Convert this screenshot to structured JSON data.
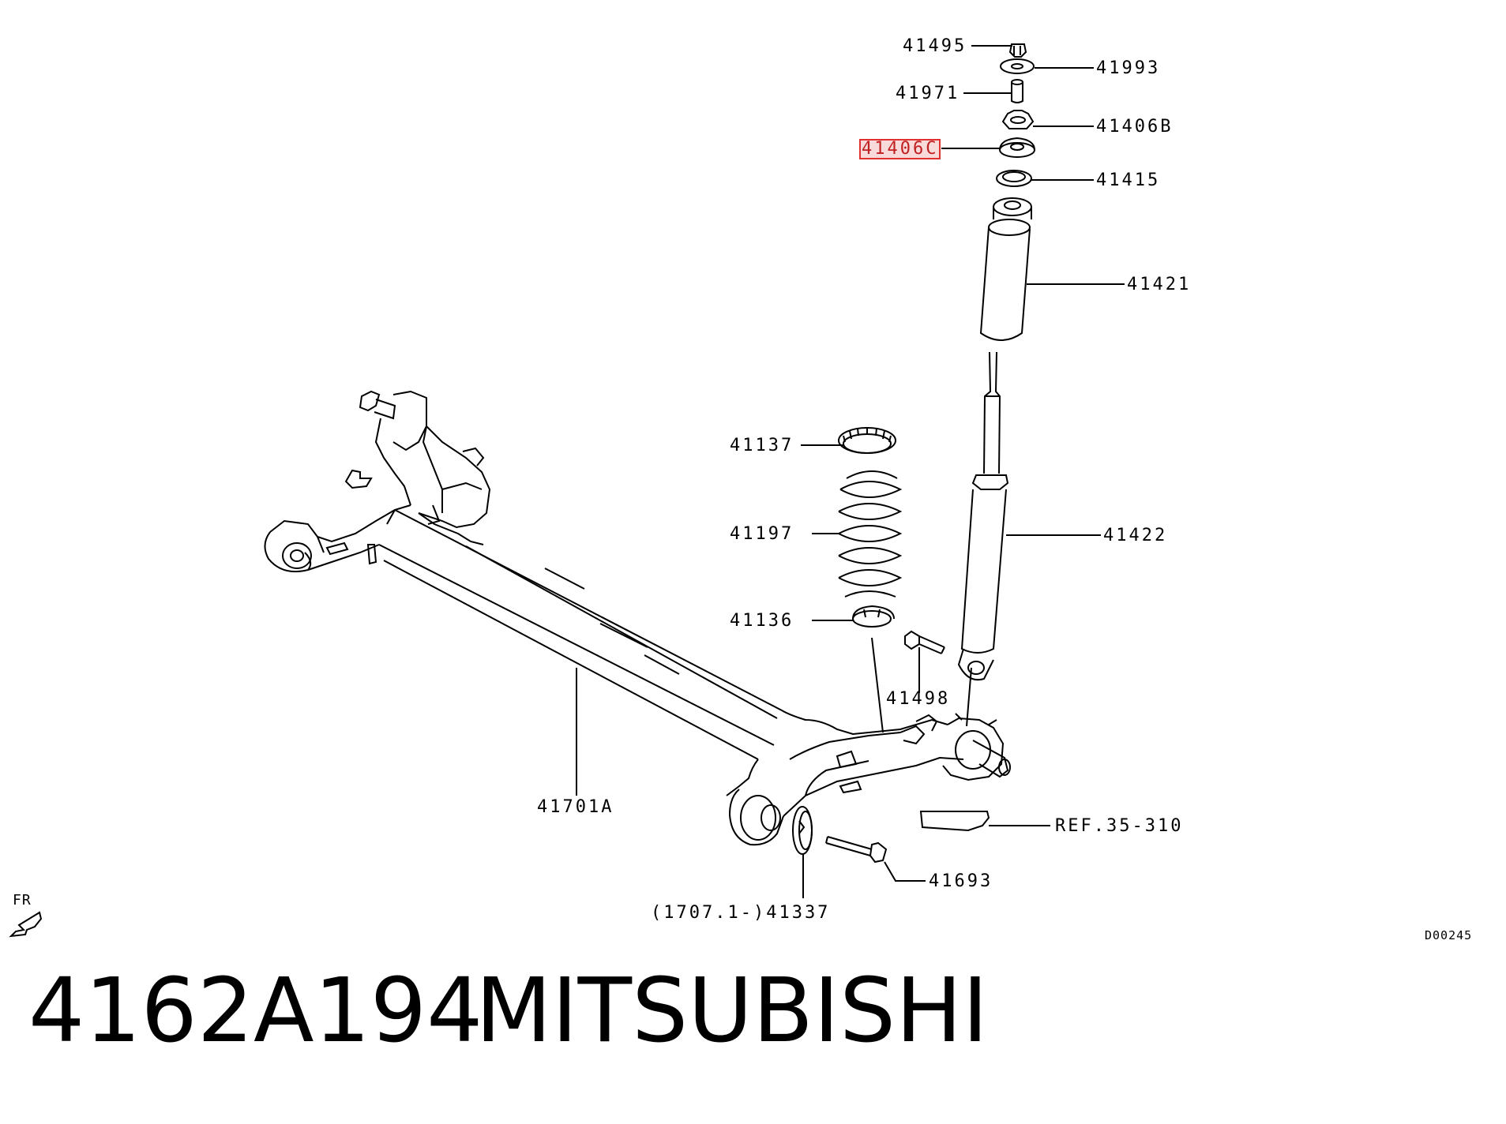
{
  "labels": {
    "p41495": "41495",
    "p41993": "41993",
    "p41971": "41971",
    "p41406B": "41406B",
    "p41406C": "41406C",
    "p41415": "41415",
    "p41421": "41421",
    "p41137": "41137",
    "p41197": "41197",
    "p41422": "41422",
    "p41136": "41136",
    "p41498": "41498",
    "p41701A": "41701A",
    "ref": "REF.35-310",
    "p41693": "41693",
    "p41337": "(1707.1-)41337"
  },
  "direction_label": "FR",
  "diagram_code": "D00245",
  "footer": {
    "part_number": "4162A194",
    "brand": "MITSUBISHI"
  },
  "selected_part": "41406C",
  "colors": {
    "line": "#000000",
    "highlight": "#e03030"
  }
}
